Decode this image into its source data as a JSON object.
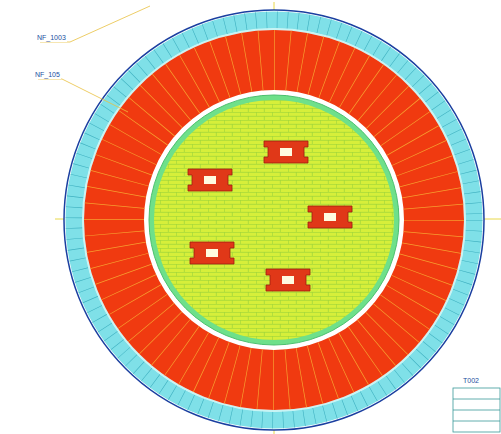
{
  "diagram": {
    "labels": [
      "NF_1003",
      "NF_105",
      "T002"
    ]
  }
}
